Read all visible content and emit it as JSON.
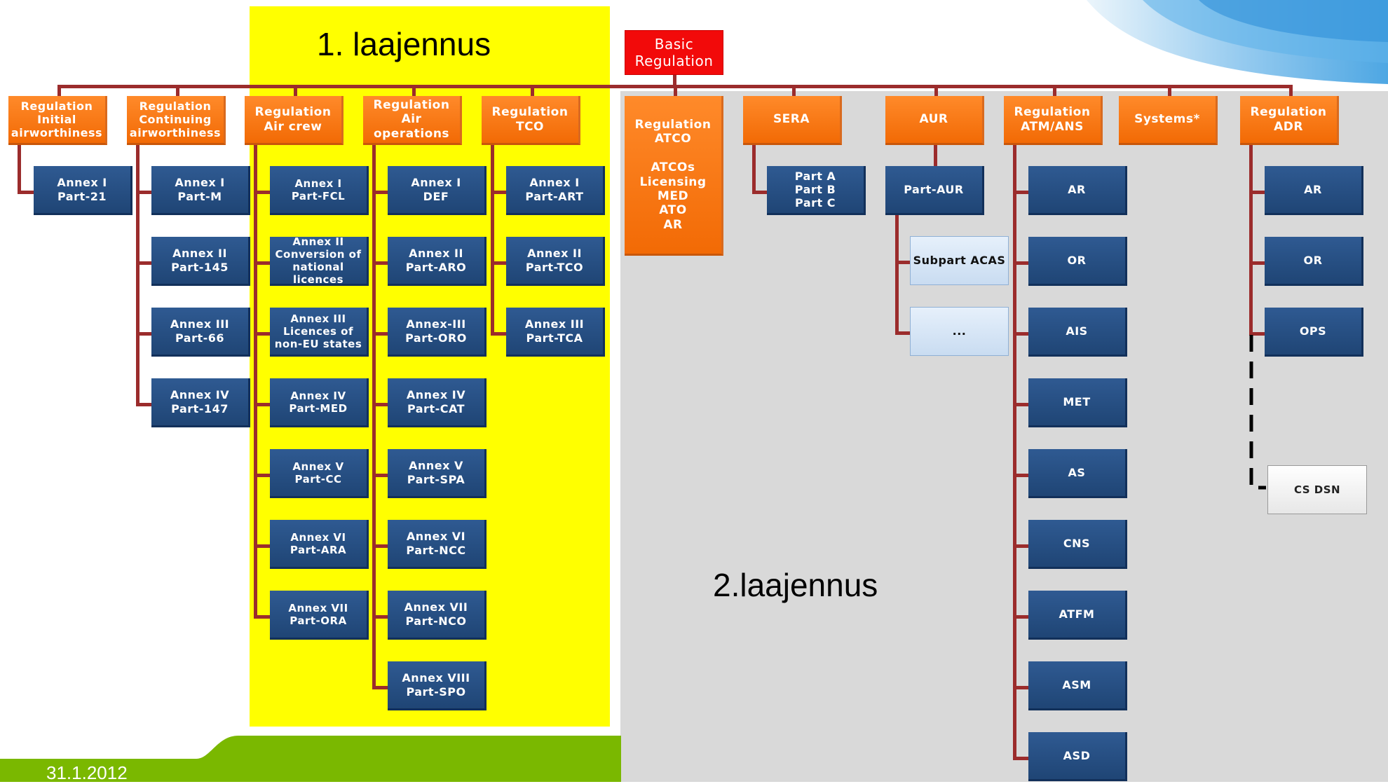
{
  "labels": {
    "expansion1": "1. laajennus",
    "expansion2": "2.laajennus",
    "date": "31.1.2012"
  },
  "root": {
    "line1": "Basic",
    "line2": "Regulation"
  },
  "headers": [
    {
      "id": "initial-airworthiness",
      "lines": [
        "Regulation",
        "Initial",
        "airworthiness"
      ]
    },
    {
      "id": "continuing-airworthiness",
      "lines": [
        "Regulation",
        "Continuing",
        "airworthiness"
      ]
    },
    {
      "id": "air-crew",
      "lines": [
        "Regulation",
        "Air crew"
      ]
    },
    {
      "id": "air-operations",
      "lines": [
        "Regulation",
        "Air operations"
      ]
    },
    {
      "id": "tco",
      "lines": [
        "Regulation",
        "TCO"
      ]
    },
    {
      "id": "atco",
      "lines": [
        "Regulation",
        "ATCO",
        "",
        "ATCOs",
        "Licensing",
        "MED",
        "ATO",
        "AR"
      ]
    },
    {
      "id": "sera",
      "lines": [
        "SERA"
      ]
    },
    {
      "id": "aur",
      "lines": [
        "AUR"
      ]
    },
    {
      "id": "atm-ans",
      "lines": [
        "Regulation",
        "ATM/ANS"
      ]
    },
    {
      "id": "systems",
      "lines": [
        "Systems*"
      ]
    },
    {
      "id": "adr",
      "lines": [
        "Regulation",
        "ADR"
      ]
    }
  ],
  "children": {
    "initial_airworthiness": [
      {
        "lines": [
          "Annex I",
          "Part-21"
        ]
      }
    ],
    "continuing_airworthiness": [
      {
        "lines": [
          "Annex I",
          "Part-M"
        ]
      },
      {
        "lines": [
          "Annex II",
          "Part-145"
        ]
      },
      {
        "lines": [
          "Annex III",
          "Part-66"
        ]
      },
      {
        "lines": [
          "Annex IV",
          "Part-147"
        ]
      }
    ],
    "air_crew": [
      {
        "lines": [
          "Annex I",
          "Part-FCL"
        ]
      },
      {
        "lines": [
          "Annex II",
          "Conversion of",
          "national",
          "licences"
        ]
      },
      {
        "lines": [
          "Annex III",
          "Licences of",
          "non-EU states"
        ]
      },
      {
        "lines": [
          "Annex IV",
          "Part-MED"
        ]
      },
      {
        "lines": [
          "Annex V",
          "Part-CC"
        ]
      },
      {
        "lines": [
          "Annex VI",
          "Part-ARA"
        ]
      },
      {
        "lines": [
          "Annex VII",
          "Part-ORA"
        ]
      }
    ],
    "air_operations": [
      {
        "lines": [
          "Annex I",
          "DEF"
        ]
      },
      {
        "lines": [
          "Annex II",
          "Part-ARO"
        ]
      },
      {
        "lines": [
          "Annex-III",
          "Part-ORO"
        ]
      },
      {
        "lines": [
          "Annex IV",
          "Part-CAT"
        ]
      },
      {
        "lines": [
          "Annex V",
          "Part-SPA"
        ]
      },
      {
        "lines": [
          "Annex VI",
          "Part-NCC"
        ]
      },
      {
        "lines": [
          "Annex VII",
          "Part-NCO"
        ]
      },
      {
        "lines": [
          "Annex VIII",
          "Part-SPO"
        ]
      }
    ],
    "tco": [
      {
        "lines": [
          "Annex I",
          "Part-ART"
        ]
      },
      {
        "lines": [
          "Annex II",
          "Part-TCO"
        ]
      },
      {
        "lines": [
          "Annex III",
          "Part-TCA"
        ]
      }
    ],
    "sera": [
      {
        "lines": [
          "Part A",
          "Part B",
          "Part C"
        ]
      }
    ],
    "aur": [
      {
        "lines": [
          "Part-AUR"
        ]
      }
    ],
    "aur_sub": [
      {
        "lines": [
          "Subpart ACAS"
        ]
      },
      {
        "lines": [
          "..."
        ]
      }
    ],
    "atm_ans": [
      {
        "lines": [
          "AR"
        ]
      },
      {
        "lines": [
          "OR"
        ]
      },
      {
        "lines": [
          "AIS"
        ]
      },
      {
        "lines": [
          "MET"
        ]
      },
      {
        "lines": [
          "AS"
        ]
      },
      {
        "lines": [
          "CNS"
        ]
      },
      {
        "lines": [
          "ATFM"
        ]
      },
      {
        "lines": [
          "ASM"
        ]
      },
      {
        "lines": [
          "ASD"
        ]
      }
    ],
    "adr": [
      {
        "lines": [
          "AR"
        ]
      },
      {
        "lines": [
          "OR"
        ]
      },
      {
        "lines": [
          "OPS"
        ]
      }
    ],
    "adr_cs": [
      {
        "lines": [
          "CS DSN"
        ]
      }
    ]
  },
  "colors": {
    "yellow_zone": "#ffff00",
    "gray_zone": "#d9d9d9",
    "orange": "#f57c1f",
    "red": "#f20a0a",
    "blue": "#1f4575",
    "connector": "#9b2c2c",
    "green": "#7ab800"
  }
}
